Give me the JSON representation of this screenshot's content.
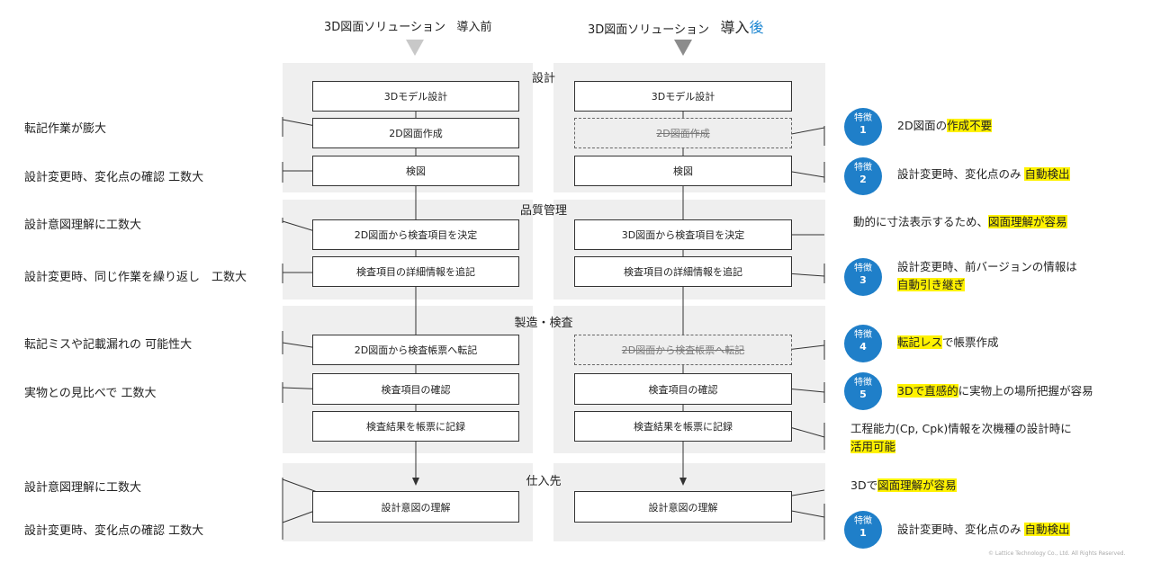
{
  "header": {
    "before_prefix": "3D図面ソリューション",
    "before_suffix": "導入前",
    "after_prefix": "3D図面ソリューション",
    "after_mid": "導入",
    "after_accent": "後"
  },
  "colors": {
    "accent": "#1c86d1",
    "badge": "#1f7fc9",
    "highlight": "#fff200",
    "panel": "#efefef"
  },
  "sections": [
    "設計",
    "品質管理",
    "製造・検査",
    "仕入先"
  ],
  "before_boxes": [
    "3Dモデル設計",
    "2D図面作成",
    "検図",
    "2D図面から検査項目を決定",
    "検査項目の詳細情報を追記",
    "2D図面から検査帳票へ転記",
    "検査項目の確認",
    "検査結果を帳票に記録",
    "設計意図の理解"
  ],
  "after_boxes": [
    "3Dモデル設計",
    "2D図面作成",
    "検図",
    "3D図面から検査項目を決定",
    "検査項目の詳細情報を追記",
    "2D図面から検査帳票へ転記",
    "検査項目の確認",
    "検査結果を帳票に記録",
    "設計意図の理解"
  ],
  "issues": [
    "転記作業が膨大",
    "設計変更時、変化点の確認 工数大",
    "設計意図理解に工数大",
    "設計変更時、同じ作業を繰り返し　工数大",
    "転記ミスや記載漏れの 可能性大",
    "実物との見比べで 工数大",
    "設計意図理解に工数大",
    "設計変更時、変化点の確認 工数大"
  ],
  "badge_label": "特徴",
  "badges": [
    "1",
    "2",
    "3",
    "4",
    "5",
    "1"
  ],
  "benefits": {
    "b1": {
      "pre": "2D図面の",
      "hl": "作成不要"
    },
    "b2": {
      "pre": "設計変更時、変化点のみ ",
      "hl": "自動検出"
    },
    "b3": {
      "pre": "動的に寸法表示するため、",
      "hl": "図面理解が容易"
    },
    "b4": {
      "line1": "設計変更時、前バージョンの情報は",
      "hl": "自動引き継ぎ"
    },
    "b5": {
      "hl": "転記レス",
      "post": "で帳票作成"
    },
    "b6": {
      "hl": "3Dで直感的",
      "post": "に実物上の場所把握が容易"
    },
    "b7": {
      "line1": "工程能力(Cp, Cpk)情報を次機種の設計時に",
      "hl": "活用可能"
    },
    "b8": {
      "pre": "3Dで",
      "hl": "図面理解が容易"
    },
    "b9": {
      "pre": "設計変更時、変化点のみ ",
      "hl": "自動検出"
    }
  },
  "copyright": "© Lattice Technology Co., Ltd. All Rights Reserved."
}
